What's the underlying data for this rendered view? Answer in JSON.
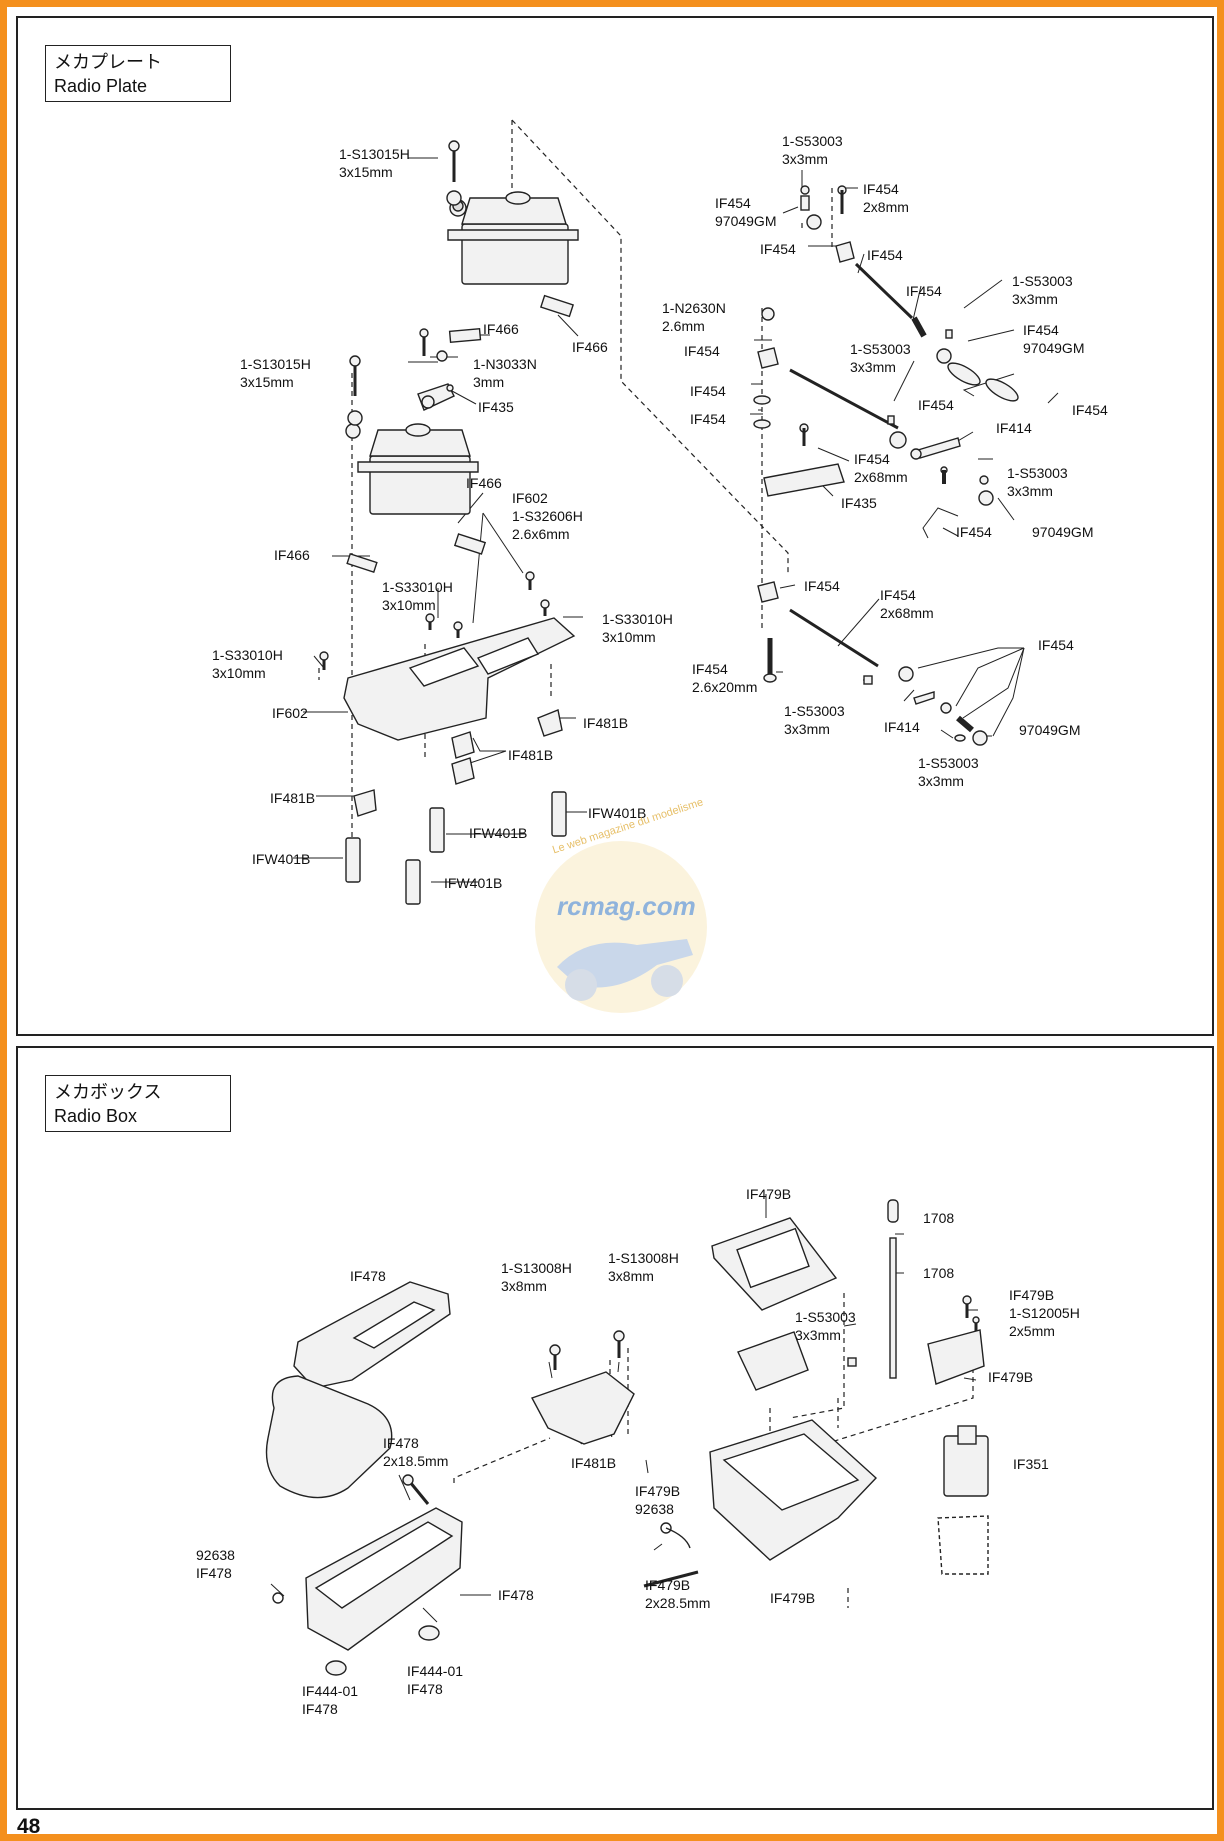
{
  "page_number": "48",
  "radio_plate": {
    "title_jp": "メカプレート",
    "title_en": "Radio Plate",
    "labels": {
      "p01": [
        "1-S13015H",
        "3x15mm"
      ],
      "p02": [
        "IF466"
      ],
      "p03": [
        "IF466"
      ],
      "p04": [
        "1-N3033N",
        "3mm"
      ],
      "p05": [
        "1-S13015H",
        "3x15mm"
      ],
      "p06": [
        "IF435"
      ],
      "p07": [
        "IF466"
      ],
      "p08": [
        "IF602",
        "1-S32606H",
        "2.6x6mm"
      ],
      "p09": [
        "IF466"
      ],
      "p10": [
        "1-S33010H",
        "3x10mm"
      ],
      "p11": [
        "1-S33010H",
        "3x10mm"
      ],
      "p12": [
        "1-S33010H",
        "3x10mm"
      ],
      "p13": [
        "IF602"
      ],
      "p14": [
        "IF481B"
      ],
      "p15": [
        "IF481B"
      ],
      "p16": [
        "IF481B"
      ],
      "p17": [
        "IFW401B"
      ],
      "p18": [
        "IFW401B"
      ],
      "p19": [
        "IFW401B"
      ],
      "p20": [
        "IFW401B"
      ],
      "r01": [
        "1-S53003",
        "3x3mm"
      ],
      "r02": [
        "IF454",
        "97049GM"
      ],
      "r03": [
        "IF454",
        "2x8mm"
      ],
      "r04": [
        "IF454"
      ],
      "r05": [
        "IF454"
      ],
      "r06": [
        "1-N2630N",
        "2.6mm"
      ],
      "r07": [
        "IF454"
      ],
      "r08": [
        "1-S53003",
        "3x3mm"
      ],
      "r09": [
        "IF454"
      ],
      "r10": [
        "IF454",
        "97049GM"
      ],
      "r11": [
        "1-S53003",
        "3x3mm"
      ],
      "r12": [
        "IF454"
      ],
      "r13": [
        "IF454"
      ],
      "r14": [
        "IF454"
      ],
      "r15": [
        "IF454"
      ],
      "r16": [
        "IF414"
      ],
      "r17": [
        "IF454",
        "2x68mm"
      ],
      "r18": [
        "1-S53003",
        "3x3mm"
      ],
      "r19": [
        "IF435"
      ],
      "r20": [
        "IF454"
      ],
      "r21": [
        "97049GM"
      ],
      "r22": [
        "IF454"
      ],
      "r23": [
        "IF454",
        "2x68mm"
      ],
      "r24": [
        "IF454"
      ],
      "r25": [
        "IF454",
        "2.6x20mm"
      ],
      "r26": [
        "1-S53003",
        "3x3mm"
      ],
      "r27": [
        "IF414"
      ],
      "r28": [
        "97049GM"
      ],
      "r29": [
        "1-S53003",
        "3x3mm"
      ]
    }
  },
  "radio_box": {
    "title_jp": "メカボックス",
    "title_en": "Radio Box",
    "labels": {
      "b01": [
        "IF479B"
      ],
      "b02": [
        "1708"
      ],
      "b03": [
        "1708"
      ],
      "b04": [
        "IF478"
      ],
      "b05": [
        "1-S13008H",
        "3x8mm"
      ],
      "b06": [
        "1-S13008H",
        "3x8mm"
      ],
      "b07": [
        "IF479B",
        "1-S12005H",
        "2x5mm"
      ],
      "b08": [
        "1-S53003",
        "3x3mm"
      ],
      "b09": [
        "IF479B"
      ],
      "b10": [
        "IF478",
        "2x18.5mm"
      ],
      "b11": [
        "IF481B"
      ],
      "b12": [
        "IF479B",
        "92638"
      ],
      "b13": [
        "IF351"
      ],
      "b14": [
        "92638",
        "IF478"
      ],
      "b15": [
        "IF478"
      ],
      "b16": [
        "IF479B",
        "2x28.5mm"
      ],
      "b17": [
        "IF479B"
      ],
      "b18": [
        "IF444-01",
        "IF478"
      ],
      "b19": [
        "IF444-01",
        "IF478"
      ]
    }
  },
  "watermark": {
    "site": "rcmag.com",
    "tagline": "Le web magazine du modelisme"
  },
  "colors": {
    "border": "#f4901e",
    "line": "#222222",
    "part_fill": "#f2f2f2"
  }
}
